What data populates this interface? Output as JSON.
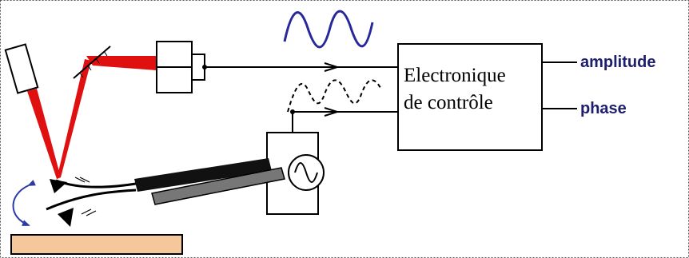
{
  "electronics": {
    "line1": "Electronique",
    "line2": "de contrôle"
  },
  "outputs": {
    "amplitude": "amplitude",
    "phase": "phase"
  },
  "colors": {
    "laser": "#e01010",
    "signal_wave": "#28289a",
    "output_text": "#1e1e6e",
    "sample": "#f5c79a",
    "oscillation_arrow": "#2b3aa8",
    "line": "#000000",
    "page_border": "#555555"
  }
}
